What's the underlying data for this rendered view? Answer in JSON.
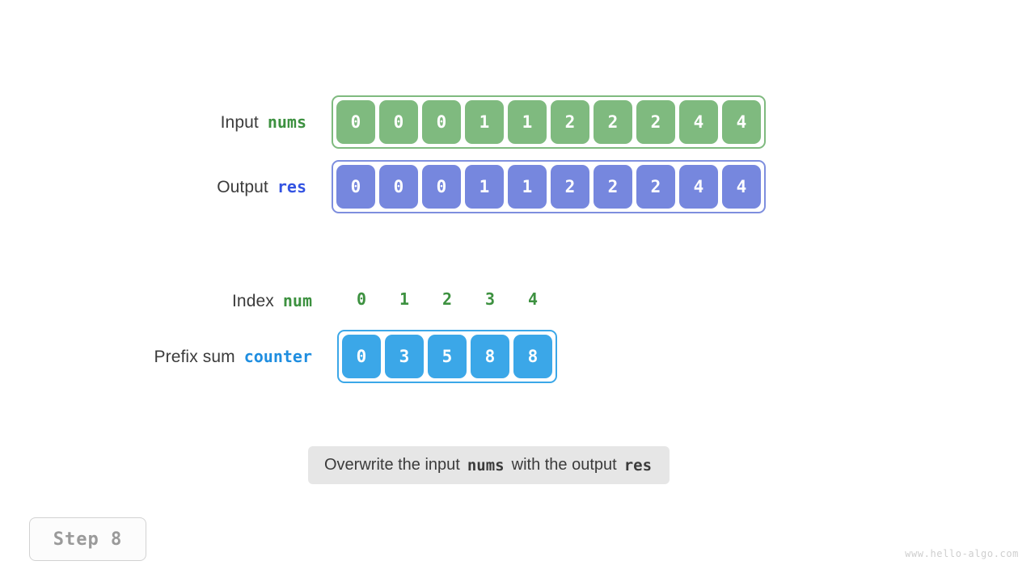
{
  "rows": {
    "input": {
      "label": "Input",
      "var": "nums",
      "values": [
        "0",
        "0",
        "0",
        "1",
        "1",
        "2",
        "2",
        "2",
        "4",
        "4"
      ],
      "color": "#7fba7f"
    },
    "output": {
      "label": "Output",
      "var": "res",
      "values": [
        "0",
        "0",
        "0",
        "1",
        "1",
        "2",
        "2",
        "2",
        "4",
        "4"
      ],
      "color": "#7687de"
    },
    "index": {
      "label": "Index",
      "var": "num",
      "values": [
        "0",
        "1",
        "2",
        "3",
        "4"
      ],
      "color": "#3d9140"
    },
    "prefix": {
      "label": "Prefix sum",
      "var": "counter",
      "values": [
        "0",
        "3",
        "5",
        "8",
        "8"
      ],
      "color": "#3ba7e8"
    }
  },
  "caption": {
    "part1": "Overwrite the input",
    "var1": "nums",
    "part2": "with the output",
    "var2": "res"
  },
  "step": {
    "text": "Step 8"
  },
  "watermark": {
    "text": "www.hello-algo.com"
  },
  "colors": {
    "green": "#7fba7f",
    "purple": "#7687de",
    "blue": "#3ba7e8",
    "green_text": "#3d9140",
    "res_text": "#3353e2",
    "counter_text": "#1f8ee0",
    "label_text": "#3b3b3b",
    "caption_bg": "#e6e6e6",
    "step_text": "#9a9a9a",
    "watermark": "#cfcfcf"
  }
}
